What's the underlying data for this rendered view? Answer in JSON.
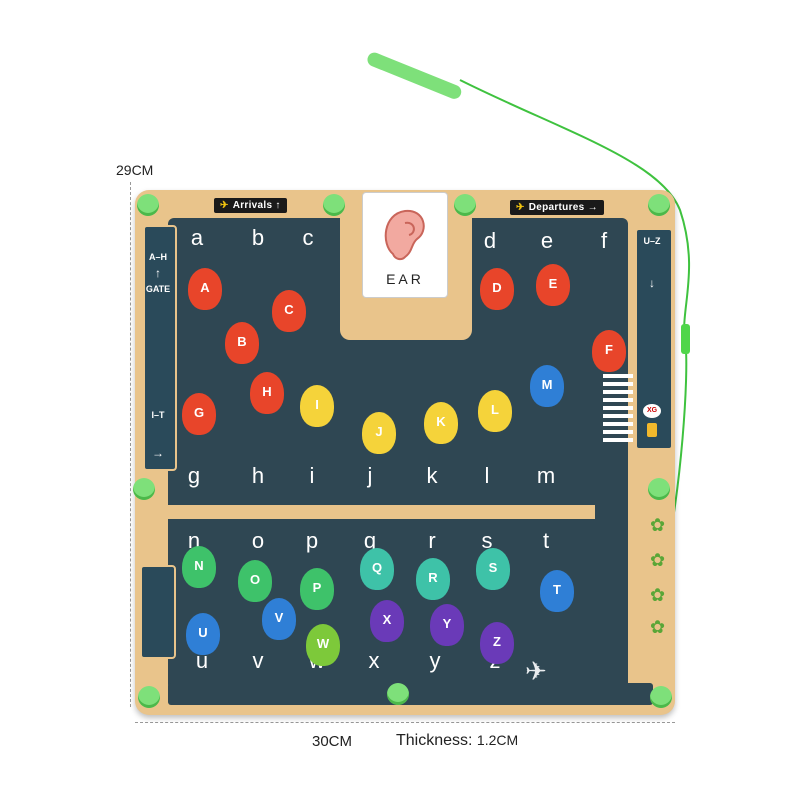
{
  "dimensions": {
    "height": "29CM",
    "width": "30CM",
    "thickness_label": "Thickness:",
    "thickness_value": "1.2CM"
  },
  "signs": {
    "arrivals": "Arrivals",
    "departures": "Departures"
  },
  "card": {
    "word": "EAR"
  },
  "side_left": {
    "range_top": "A–H",
    "gate": "GATE",
    "range_bottom": "I–T"
  },
  "side_right": {
    "range": "U–Z",
    "badge": "XG"
  },
  "letters_top_left": [
    "a",
    "b",
    "c"
  ],
  "letters_top_right": [
    "d",
    "e",
    "f"
  ],
  "letters_mid": [
    "g",
    "h",
    "i",
    "j",
    "k",
    "l",
    "m"
  ],
  "letters_lower": [
    "n",
    "o",
    "p",
    "q",
    "r",
    "s",
    "t"
  ],
  "letters_bottom": [
    "u",
    "v",
    "w",
    "x",
    "y",
    "z"
  ],
  "planes": [
    {
      "letter": "A",
      "color": "#e8452a"
    },
    {
      "letter": "C",
      "color": "#e8452a"
    },
    {
      "letter": "B",
      "color": "#e8452a"
    },
    {
      "letter": "D",
      "color": "#e8452a"
    },
    {
      "letter": "E",
      "color": "#e8452a"
    },
    {
      "letter": "F",
      "color": "#e8452a"
    },
    {
      "letter": "G",
      "color": "#e8452a"
    },
    {
      "letter": "H",
      "color": "#e8452a"
    },
    {
      "letter": "I",
      "color": "#f5d33a"
    },
    {
      "letter": "J",
      "color": "#f5d33a"
    },
    {
      "letter": "K",
      "color": "#f5d33a"
    },
    {
      "letter": "L",
      "color": "#f5d33a"
    },
    {
      "letter": "M",
      "color": "#2f7fd6"
    },
    {
      "letter": "N",
      "color": "#3ec26a"
    },
    {
      "letter": "O",
      "color": "#3ec26a"
    },
    {
      "letter": "P",
      "color": "#3ec26a"
    },
    {
      "letter": "Q",
      "color": "#3ec2a8"
    },
    {
      "letter": "R",
      "color": "#3ec2a8"
    },
    {
      "letter": "S",
      "color": "#3ec2a8"
    },
    {
      "letter": "T",
      "color": "#2f7fd6"
    },
    {
      "letter": "U",
      "color": "#2f7fd6"
    },
    {
      "letter": "V",
      "color": "#2f7fd6"
    },
    {
      "letter": "W",
      "color": "#7dc93a"
    },
    {
      "letter": "X",
      "color": "#6a3ab8"
    },
    {
      "letter": "Y",
      "color": "#6a3ab8"
    },
    {
      "letter": "Z",
      "color": "#6a3ab8"
    }
  ],
  "colors": {
    "board": "#e9c48b",
    "road": "#2f4753",
    "peg": "#7ee07a",
    "stylus": "#4fd64a"
  }
}
